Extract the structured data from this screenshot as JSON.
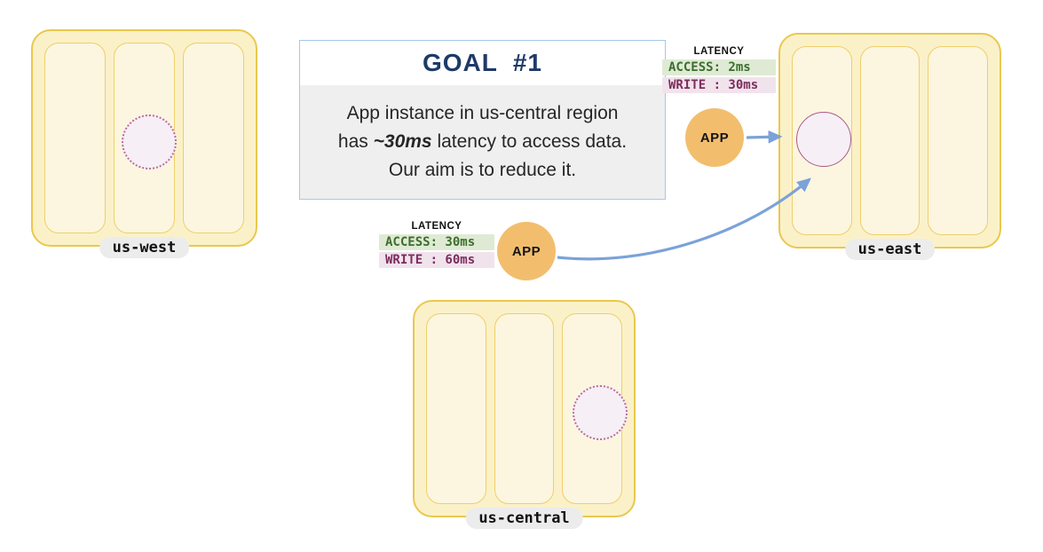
{
  "goal": {
    "title_main": "GOAL",
    "title_tag": "#1",
    "line1": "App instance in us-central region",
    "line2_pre": "has ",
    "line2_em": "~30ms",
    "line2_post": " latency to access data.",
    "line3": "Our aim is to reduce it."
  },
  "regions": {
    "west": {
      "label": "us-west"
    },
    "east": {
      "label": "us-east"
    },
    "central": {
      "label": "us-central"
    }
  },
  "latency_east": {
    "heading": "LATENCY",
    "access": "ACCESS: 2ms",
    "write": "WRITE : 30ms"
  },
  "latency_central": {
    "heading": "LATENCY",
    "access": "ACCESS: 30ms",
    "write": "WRITE : 60ms"
  },
  "apps": {
    "east_label": "APP",
    "central_label": "APP"
  },
  "colors": {
    "region_fill": "#fbf1c9",
    "region_border": "#e9c84e",
    "zone_fill": "#fcf6e0",
    "zone_border": "#eecf6b",
    "goal_border": "#a9c6e8",
    "goal_title": "#1e3a68",
    "goal_body_bg": "#efefef",
    "badge_access_bg": "#dfead4",
    "badge_access_text": "#3c6e2f",
    "badge_write_bg": "#f1e3ec",
    "badge_write_text": "#7b2d5e",
    "app_fill": "#f2be6e",
    "node_fill": "#f6eff5",
    "node_border": "#a85a88",
    "node_dotted_border": "#bc6b9e",
    "arrow": "#7ba2d9",
    "label_pill_bg": "#ececec"
  }
}
